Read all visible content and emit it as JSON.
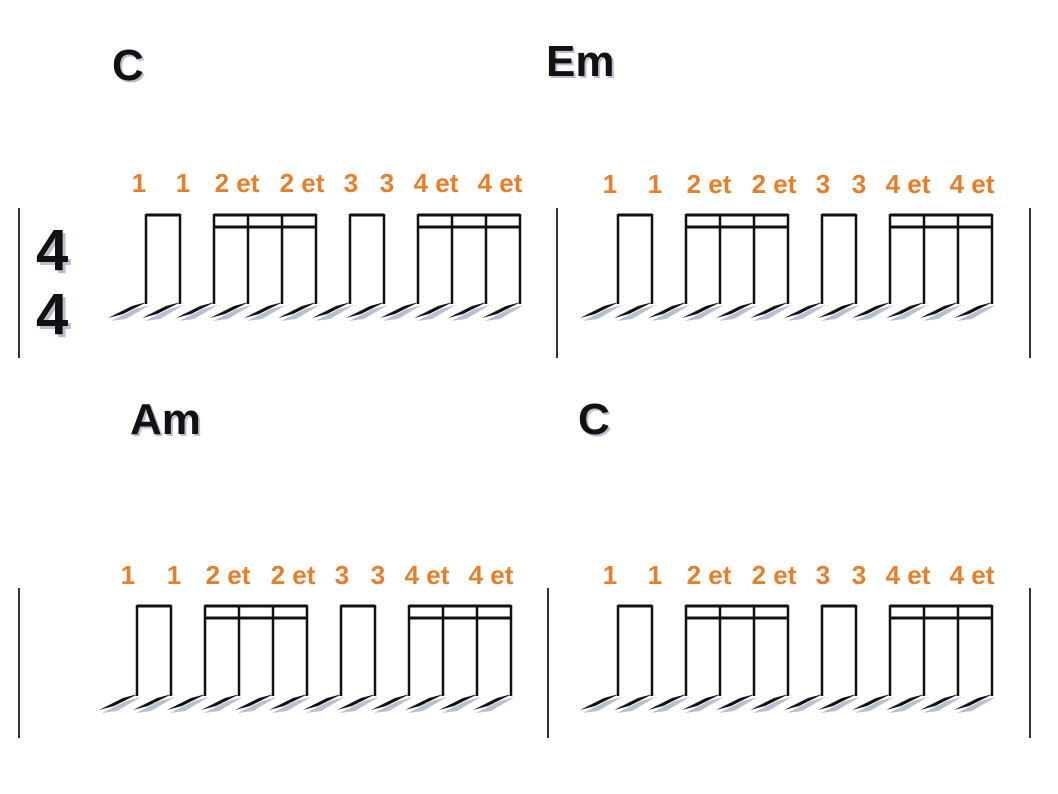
{
  "time_signature": {
    "top": "4",
    "bottom": "4"
  },
  "colors": {
    "count_text": "#e87e28",
    "note": "#111111",
    "note_shadow": "#b8bfd0"
  },
  "rhythm": {
    "counts": [
      "1",
      "1",
      "2 et",
      "2 et",
      "3",
      "3",
      "4 et",
      "4 et"
    ],
    "groups": [
      "eighth-pair",
      "sixteenth-quad",
      "eighth-pair",
      "sixteenth-quad"
    ]
  },
  "measures": [
    {
      "chord": "C"
    },
    {
      "chord": "Em"
    },
    {
      "chord": "Am"
    },
    {
      "chord": "C"
    }
  ]
}
